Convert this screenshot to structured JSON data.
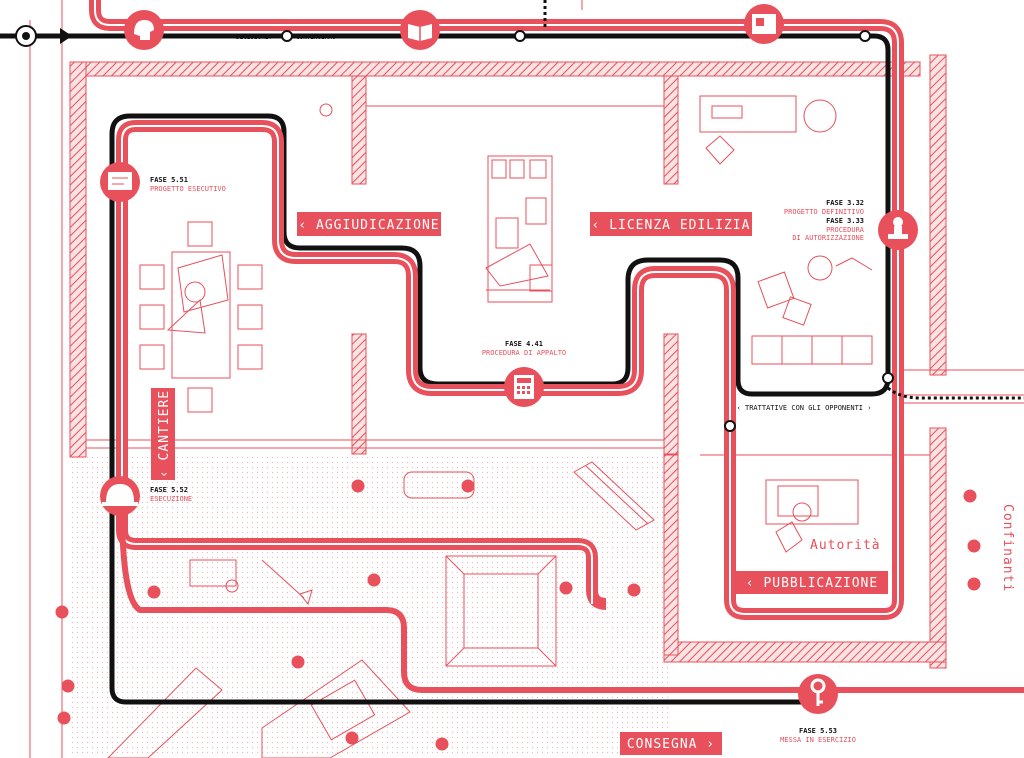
{
  "colors": {
    "accent": "#e8505b",
    "path_dark": "#111111",
    "wall": "#e8505b",
    "background": "#ffffff"
  },
  "labels": {
    "aggiudicazione": "‹ AGGIUDICAZIONE",
    "licenza": "‹ LICENZA EDILIZIA",
    "cantiere": "‹ CANTIERE",
    "pubblicazione": "‹ PUBBLICAZIONE",
    "consegna": "CONSEGNA ›",
    "autorita": "Autorità",
    "confinanti": "Confinanti",
    "decisione": "DECISIONE?",
    "continuiamo": "CONTINUIAMO ›",
    "trattative": "‹ TRATTATIVE CON GLI OPPONENTI ›"
  },
  "phases": {
    "p551": {
      "code": "FASE 5.51",
      "name": "PROGETTO ESECUTIVO"
    },
    "p552": {
      "code": "FASE 5.52",
      "name": "ESECUZIONE"
    },
    "p441": {
      "code": "FASE 4.41",
      "name": "PROCEDURA DI APPALTO"
    },
    "p332": {
      "code": "FASE 3.32",
      "name": "PROGETTO DEFINITIVO"
    },
    "p333": {
      "code": "FASE 3.33",
      "name": "PROCEDURA",
      "name2": "DI AUTORIZZAZIONE"
    },
    "p553": {
      "code": "FASE 5.53",
      "name": "MESSA IN ESERCIZIO"
    }
  },
  "icons": [
    "brain-idea-icon",
    "book-icon",
    "building-plan-icon",
    "stamp-icon",
    "calculator-icon",
    "hard-hat-icon",
    "blueprint-icon",
    "key-icon"
  ]
}
